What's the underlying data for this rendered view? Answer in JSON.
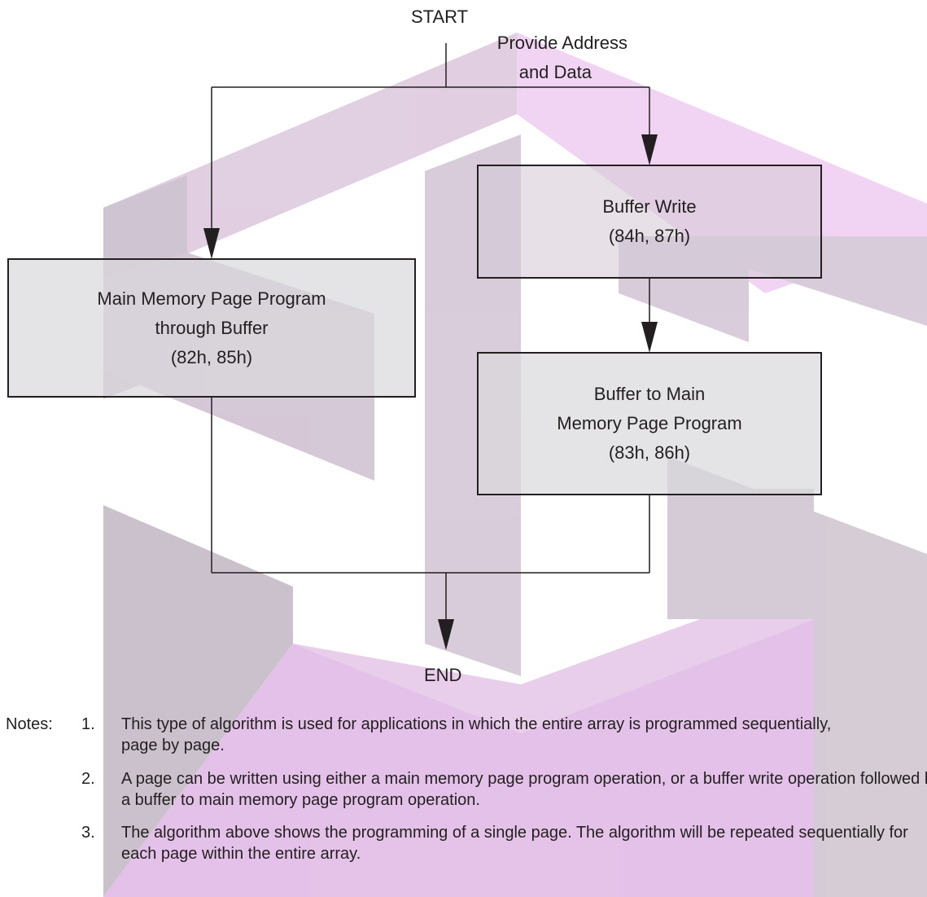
{
  "start_label": "START",
  "end_label": "END",
  "provide_label": [
    "Provide Address",
    "and Data"
  ],
  "boxes": {
    "main_memory": [
      "Main Memory Page Program",
      "through Buffer",
      "(82h, 85h)"
    ],
    "buffer_write": [
      "Buffer Write",
      "(84h, 87h)"
    ],
    "buffer_to_main": [
      "Buffer to Main",
      "Memory Page Program",
      "(83h, 86h)"
    ]
  },
  "notes": {
    "label": "Notes:",
    "items": [
      {
        "num": "1.",
        "lines": [
          "This type of algorithm is used for applications in which the entire array is programmed sequentially,",
          "page by page."
        ]
      },
      {
        "num": "2.",
        "lines": [
          "A page can be written using either a main memory page program operation, or a buffer write operation followed by",
          "a buffer to main memory page program operation."
        ]
      },
      {
        "num": "3.",
        "lines": [
          "The algorithm above shows the programming of a single page. The algorithm will be repeated sequentially for",
          "each page within the entire array."
        ]
      }
    ]
  },
  "colors": {
    "line": "#231f20",
    "box_fill": "#d9d9db",
    "watermark_purple": "#c89ad4",
    "watermark_gray": "#b8a8bd"
  }
}
